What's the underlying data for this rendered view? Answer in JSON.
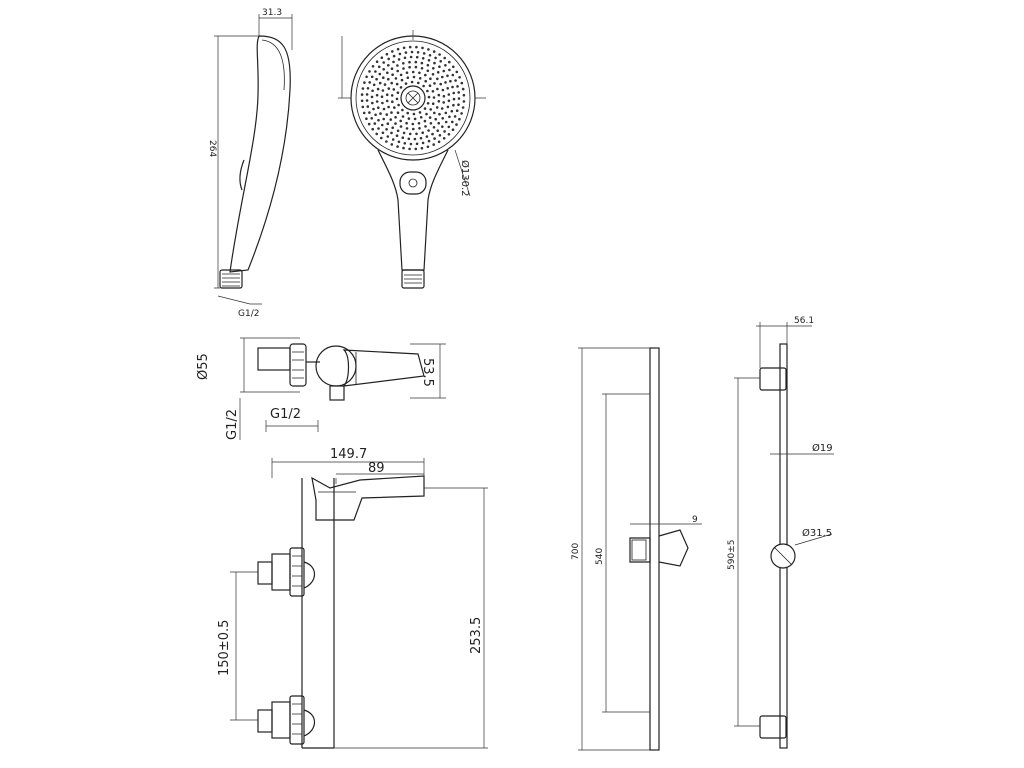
{
  "dimensions": {
    "head_thickness": "31.3",
    "head_length": "264",
    "head_diameter": "Ø130.2",
    "head_thread": "G1/2",
    "mixer_diameter": "Ø55",
    "mixer_height": "53.5",
    "mixer_thread_left": "G1/2",
    "mixer_thread_bottom": "G1/2",
    "mixer_width": "149.7",
    "mixer_depth": "89",
    "mixer_total_height": "253.5",
    "mixer_inlet_spacing": "150±0.5",
    "rail_length": "700",
    "rail_slide_range": "540",
    "holder_offset": "9",
    "bracket_depth": "56.1",
    "rail_diameter": "Ø19",
    "knob_diameter": "Ø31.5",
    "bracket_spacing": "590±5"
  }
}
